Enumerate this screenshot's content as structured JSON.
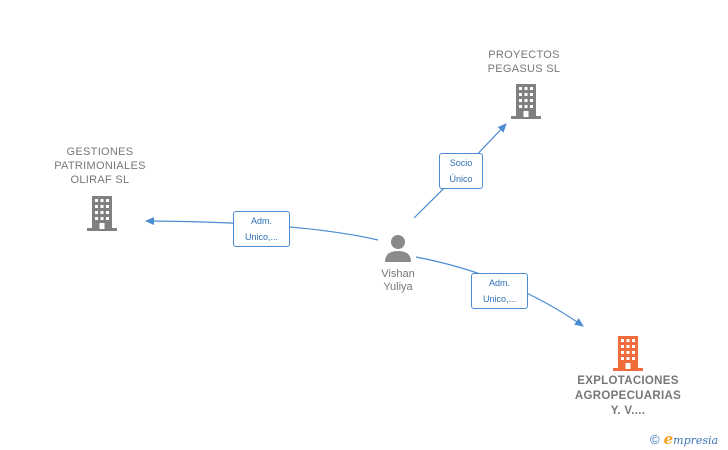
{
  "colors": {
    "edge": "#4a8bd1",
    "company_icon": "#808080",
    "main_company_icon": "#f26b3a",
    "person_icon": "#8a8a8a"
  },
  "nodes": {
    "gestiones": {
      "label": "GESTIONES\nPATRIMONIALES\nOLIRAF  SL",
      "icon": "building-icon"
    },
    "proyectos": {
      "label": "PROYECTOS\nPEGASUS SL",
      "icon": "building-icon"
    },
    "explotaciones": {
      "label": "EXPLOTACIONES\nAGROPECUARIAS\nY.  V....",
      "icon": "building-icon"
    },
    "person": {
      "label": "Vishan\nYuliya",
      "icon": "person-icon"
    }
  },
  "edges": {
    "to_gestiones": {
      "line1": "Adm.",
      "line2": "Unico,..."
    },
    "to_proyectos": {
      "line1": "Socio",
      "line2": "Único"
    },
    "to_explotaciones": {
      "line1": "Adm.",
      "line2": "Unico,..."
    }
  },
  "footer": {
    "copyright_symbol": "©",
    "brand_initial": "e",
    "brand_rest": "mpresia"
  }
}
